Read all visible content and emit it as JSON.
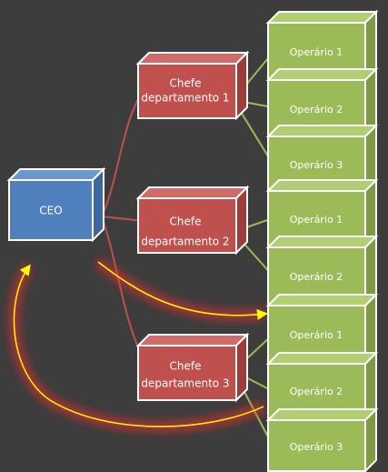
{
  "diagram": {
    "ceo": {
      "label": "CEO"
    },
    "chiefs": [
      {
        "lines": [
          "Chefe",
          "departamento 1"
        ]
      },
      {
        "lines": [
          "Chefe",
          "departamento 2"
        ]
      },
      {
        "lines": [
          "Chefe",
          "departamento 3"
        ]
      }
    ],
    "operators": [
      {
        "label": "Operário 1"
      },
      {
        "label": "Operário 2"
      },
      {
        "label": "Operário 3"
      },
      {
        "label": "Operário 1"
      },
      {
        "label": "Operário 2"
      },
      {
        "label": "Operário 1"
      },
      {
        "label": "Operário 2"
      },
      {
        "label": "Operário 3"
      }
    ],
    "colors": {
      "background": "#3d3d3d",
      "ceo_front": "#4f80bd",
      "ceo_top": "#6a98d3",
      "ceo_side": "#3c679f",
      "chief_front": "#c0504d",
      "chief_top": "#d26b68",
      "chief_side": "#9c3d3a",
      "operator_front": "#9bbb59",
      "operator_top": "#b0cf72",
      "operator_side": "#7e9a42",
      "border": "#ffffff",
      "ceo_connector": "#c0504d",
      "chief_connector": "#9bbb59",
      "arrow": "#ffff00",
      "arrow_glow": "#ff2a2a"
    }
  }
}
